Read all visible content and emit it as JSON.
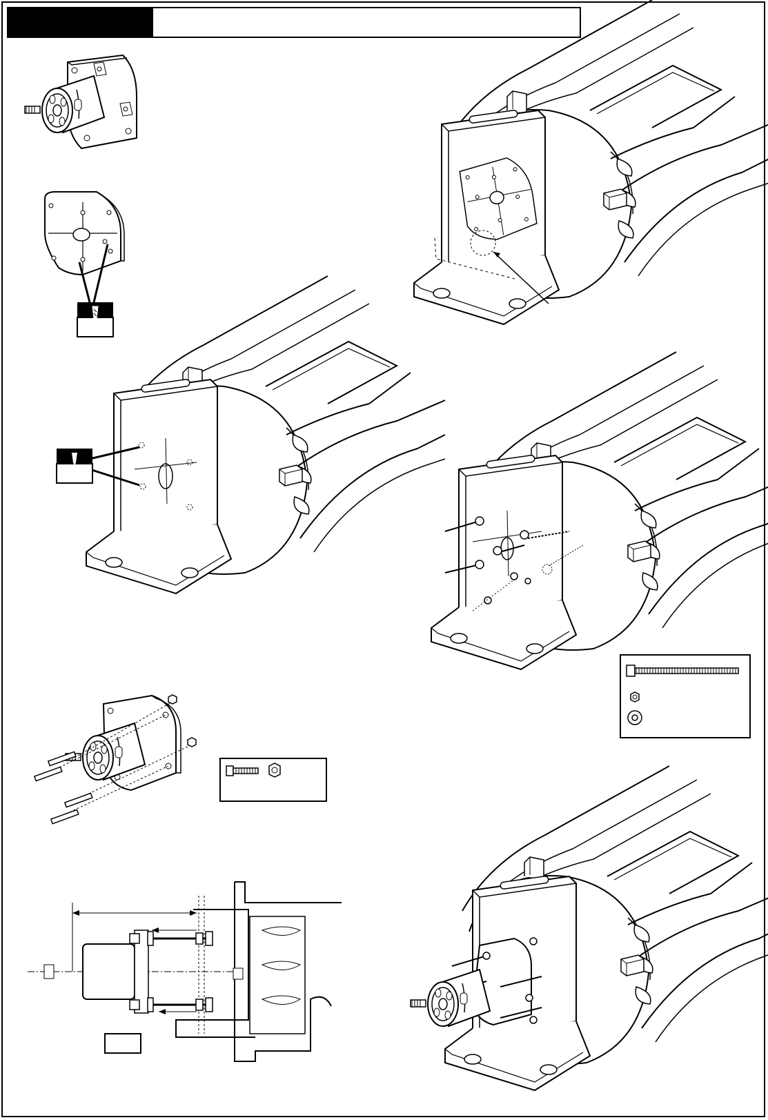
{
  "title": "",
  "colors": {
    "ink": "#000000",
    "paper": "#ffffff"
  },
  "figures": [
    {
      "id": "motor-plate-assembly",
      "icon": "motor-on-plate"
    },
    {
      "id": "plate-drill-guide",
      "icon": "adapter-plate-with-drill"
    },
    {
      "id": "bracket-on-operator-top",
      "icon": "bracket-with-plate"
    },
    {
      "id": "bracket-drilling",
      "icon": "bracket-drill-points"
    },
    {
      "id": "bracket-bolts-install",
      "icon": "bracket-with-bolts"
    },
    {
      "id": "hardware-box-long-bolt",
      "icon": "long-bolt-nut-washer"
    },
    {
      "id": "motor-bolts-exploded",
      "icon": "motor-with-screws"
    },
    {
      "id": "hardware-box-short-bolt",
      "icon": "short-bolt-and-nut"
    },
    {
      "id": "side-section-dimension",
      "icon": "side-view-dimensions"
    },
    {
      "id": "final-assembly",
      "icon": "motor-mounted-on-bracket"
    }
  ]
}
